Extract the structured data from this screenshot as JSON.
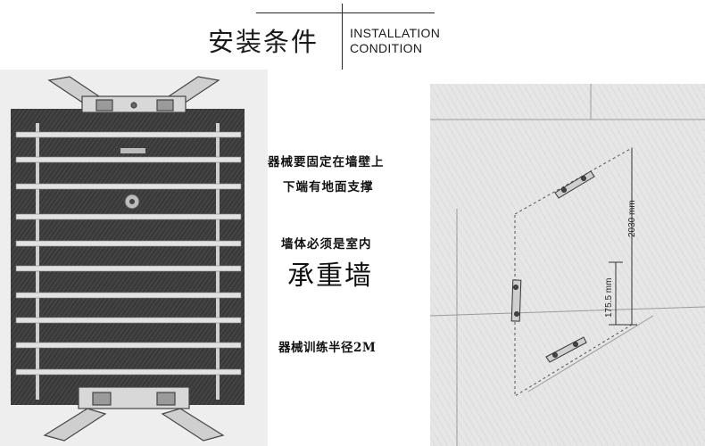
{
  "header": {
    "title_cn": "安装条件",
    "title_en_line1": "INSTALLATION",
    "title_en_line2": "CONDITION"
  },
  "notes": {
    "line1": "器械要固定在墙壁上",
    "line2": "下端有地面支撑",
    "line3": "墙体必须是室内",
    "emphasis": "承重墙",
    "line4": "器械训练半径2M"
  },
  "diagram": {
    "height_label": "2030 mm",
    "offset_label": "175.5 mm"
  },
  "colors": {
    "ink": "#1a1a1a",
    "sketch_bg": "#e8e8e8",
    "frame_dark": "#2b2b2b",
    "bar_light": "#dcdcdc"
  }
}
